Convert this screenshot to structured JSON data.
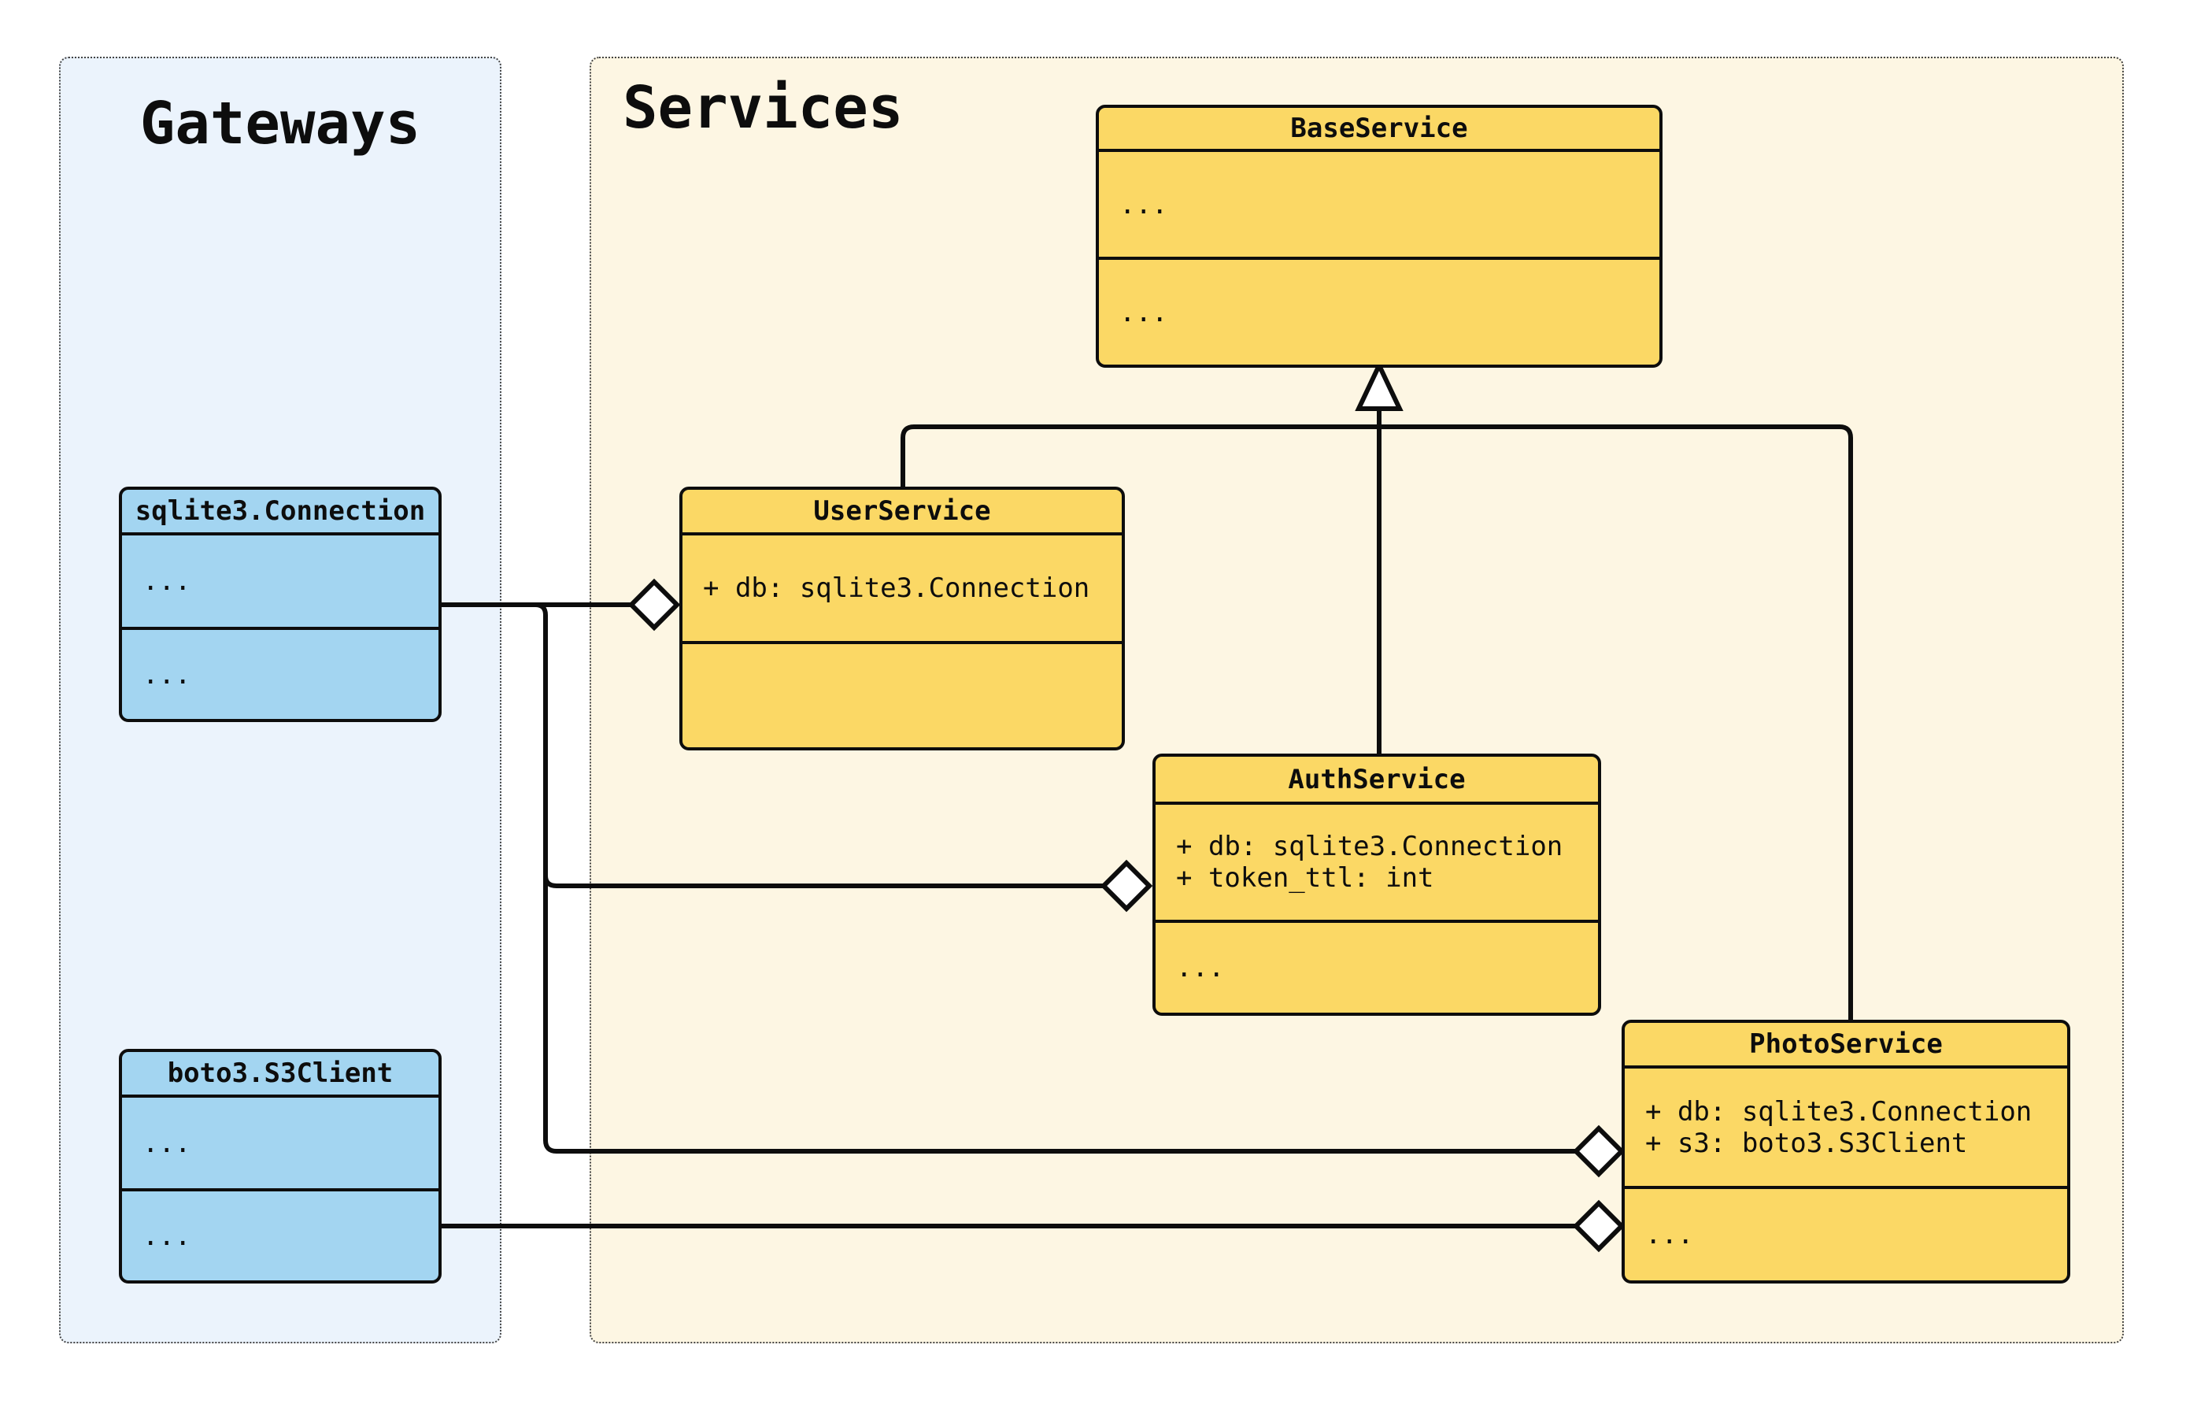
{
  "diagram": {
    "containers": {
      "gateways": {
        "title": "Gateways"
      },
      "services": {
        "title": "Services"
      }
    },
    "classes": {
      "sqlite_connection": {
        "name": "sqlite3.Connection",
        "attributes": [
          "..."
        ],
        "methods": [
          "..."
        ]
      },
      "boto3_s3client": {
        "name": "boto3.S3Client",
        "attributes": [
          "..."
        ],
        "methods": [
          "..."
        ]
      },
      "base_service": {
        "name": "BaseService",
        "attributes": [
          "..."
        ],
        "methods": [
          "..."
        ]
      },
      "user_service": {
        "name": "UserService",
        "attributes": [
          "+ db: sqlite3.Connection"
        ],
        "methods": []
      },
      "auth_service": {
        "name": "AuthService",
        "attributes": [
          "+ db: sqlite3.Connection",
          "+ token_ttl: int"
        ],
        "methods": [
          "..."
        ]
      },
      "photo_service": {
        "name": "PhotoService",
        "attributes": [
          "+ db: sqlite3.Connection",
          "+ s3: boto3.S3Client"
        ],
        "methods": [
          "..."
        ]
      }
    },
    "relationships": [
      {
        "type": "inheritance",
        "from": "UserService",
        "to": "BaseService"
      },
      {
        "type": "inheritance",
        "from": "AuthService",
        "to": "BaseService"
      },
      {
        "type": "inheritance",
        "from": "PhotoService",
        "to": "BaseService"
      },
      {
        "type": "aggregation",
        "part": "sqlite3.Connection",
        "whole": "UserService"
      },
      {
        "type": "aggregation",
        "part": "sqlite3.Connection",
        "whole": "AuthService"
      },
      {
        "type": "aggregation",
        "part": "sqlite3.Connection",
        "whole": "PhotoService"
      },
      {
        "type": "aggregation",
        "part": "boto3.S3Client",
        "whole": "PhotoService"
      }
    ],
    "colors": {
      "canvas_bg": "#ffffff",
      "gateways_bg": "#ebf3fc",
      "services_bg": "#fdf6e3",
      "gateway_fill": "#a3d5f1",
      "service_fill": "#fbd865",
      "line": "#0d0d0d",
      "container_border": "#444444"
    }
  }
}
